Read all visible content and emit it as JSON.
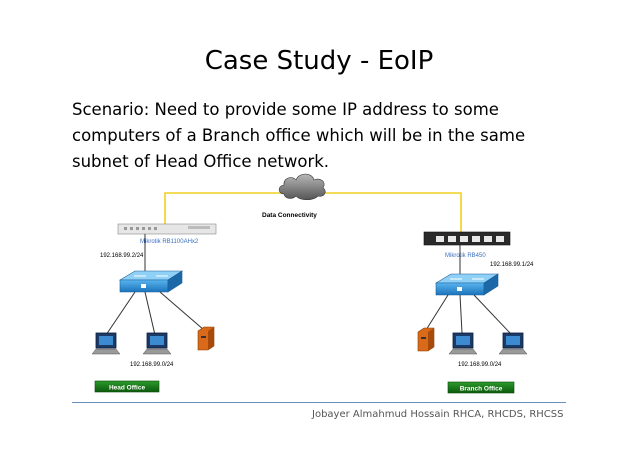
{
  "title": "Case Study - EoIP",
  "scenario_lines": [
    "Scenario:  Need to provide some IP address to some",
    "computers of a Branch office which will be in the same",
    "subnet of Head Office network."
  ],
  "diagram": {
    "cloud_label": "Data Connectivity",
    "head_router": {
      "label": "Mikrotik RB1100AHx2",
      "ip": "192.168.99.2/24"
    },
    "branch_router": {
      "label": "Mikrotik RB450",
      "ip": "192.168.99.1/24"
    },
    "head_lan": "192.168.99.0/24",
    "branch_lan": "192.168.99.0/24",
    "head_office_label": "Head Office",
    "branch_office_label": "Branch Office",
    "colors": {
      "link": "#f0d020",
      "switch": "#2a8fd8",
      "office_box": "#1a7a1a",
      "router_label": "#3a6fc0"
    }
  },
  "footer": "Jobayer Almahmud Hossain  RHCA, RHCDS, RHCSS"
}
